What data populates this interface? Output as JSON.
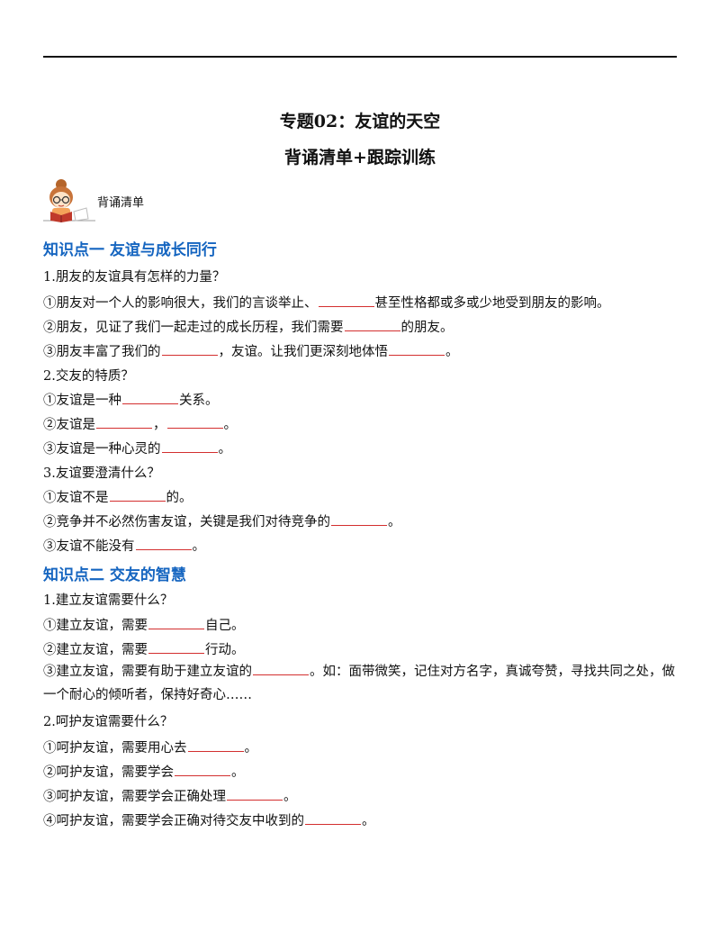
{
  "header": {
    "title": "专题02：友谊的天空",
    "subtitle": "背诵清单+跟踪训练",
    "section_label": "背诵清单"
  },
  "sections": [
    {
      "heading": "知识点一  友谊与成长同行",
      "questions": [
        {
          "q": "1.朋友的友谊具有怎样的力量？",
          "items": [
            {
              "a": "①朋友对一个人的影响很大，我们的言谈举止、",
              "b": "甚至性格都或多或少地受到朋友的影响。"
            },
            {
              "a": "②朋友，见证了我们一起走过的成长历程，我们需要",
              "b": "的朋友。"
            },
            {
              "a": "③朋友丰富了我们的",
              "b": "，友谊。让我们更深刻地体悟",
              "c": "。"
            }
          ]
        },
        {
          "q": "2.交友的特质？",
          "items": [
            {
              "a": "①友谊是一种",
              "b": "关系。"
            },
            {
              "a": "②友谊是",
              "b": "，",
              "c": "。"
            },
            {
              "a": "③友谊是一种心灵的",
              "b": "。"
            }
          ]
        },
        {
          "q": "3.友谊要澄清什么？",
          "items": [
            {
              "a": "①友谊不是",
              "b": "的。"
            },
            {
              "a": "②竞争并不必然伤害友谊，关键是我们对待竞争的",
              "b": "。"
            },
            {
              "a": "③友谊不能没有",
              "b": "。"
            }
          ]
        }
      ]
    },
    {
      "heading": "知识点二  交友的智慧",
      "questions": [
        {
          "q": "1.建立友谊需要什么？",
          "items": [
            {
              "a": "①建立友谊，需要",
              "b": "自己。"
            },
            {
              "a": "②建立友谊，需要",
              "b": "行动。"
            },
            {
              "a": "③建立友谊，需要有助于建立友谊的",
              "b": "。如：面带微笑，记住对方名字，真诚夸赞，寻找共同之处，做一个耐心的倾听者，保持好奇心……"
            }
          ]
        },
        {
          "q": "2.呵护友谊需要什么？",
          "items": [
            {
              "a": "①呵护友谊，需要用心去",
              "b": "。"
            },
            {
              "a": "②呵护友谊，需要学会",
              "b": "。"
            },
            {
              "a": "③呵护友谊，需要学会正确处理",
              "b": "。"
            },
            {
              "a": "④呵护友谊，需要学会正确对待交友中收到的",
              "b": "。"
            }
          ]
        }
      ]
    }
  ]
}
